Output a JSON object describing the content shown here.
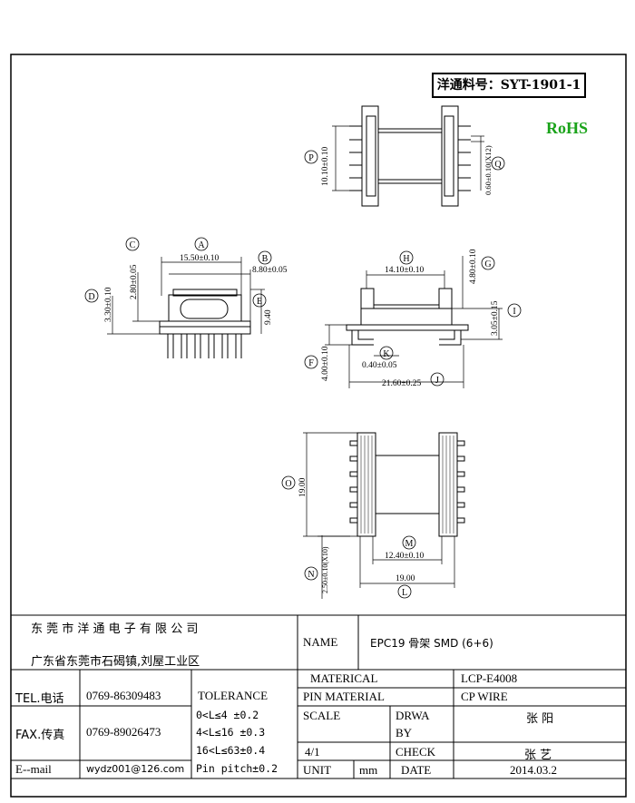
{
  "part_number": "洋通料号：SYT-1901-1",
  "rohs": "RoHS",
  "dimensions": {
    "A": {
      "callout": "A",
      "text": "15.50±0.10"
    },
    "B": {
      "callout": "B",
      "text": "8.80±0.05"
    },
    "C": {
      "callout": "C",
      "text": "2.80±0.05"
    },
    "D": {
      "callout": "D",
      "text": "3.30±0.10"
    },
    "E": {
      "callout": "E",
      "text": "9.40"
    },
    "F": {
      "callout": "F",
      "text": "4.00±0.10"
    },
    "G": {
      "callout": "G",
      "text": "4.80±0.10"
    },
    "H": {
      "callout": "H",
      "text": "14.10±0.10"
    },
    "I": {
      "callout": "I",
      "text": "3.05±0.15"
    },
    "J": {
      "callout": "J",
      "text": "21.60±0.25"
    },
    "K": {
      "callout": "K",
      "text": "0.40±0.05"
    },
    "L": {
      "callout": "L",
      "text": "19.00"
    },
    "M": {
      "callout": "M",
      "text": "12.40±0.10"
    },
    "N": {
      "callout": "N",
      "text": "2.50±0.10(X10)"
    },
    "O": {
      "callout": "O",
      "text": "19.00"
    },
    "P": {
      "callout": "P",
      "text": "10.10±0.10"
    },
    "Q": {
      "callout": "Q",
      "text": "0.60±0.10(X12)"
    }
  },
  "title_block": {
    "company": "东 莞 市 洋 通 电 子 有 限 公 司",
    "address": "广东省东莞市石碣镇,刘屋工业区",
    "name_label": "NAME",
    "name_value": "EPC19 骨架 SMD (6+6)",
    "tel_label": "TEL.电话",
    "tel_value": "0769-86309483",
    "fax_label": "FAX.传真",
    "fax_value": "0769-89026473",
    "email_label": "E--mail",
    "email_value": "wydz001@126.com",
    "tolerance_label": "TOLERANCE",
    "tolerance_lines": [
      "0<L≤4   ±0.2",
      "4<L≤16  ±0.3",
      "16<L≤63±0.4",
      "Pin pitch±0.2"
    ],
    "material_label": "MATERICAL",
    "material_value": "LCP-E4008",
    "pin_material_label": "PIN MATERIAL",
    "pin_material_value": "CP WIRE",
    "scale_label": "SCALE",
    "scale_value": "4/1",
    "drawn_by_label_1": "DRWA",
    "drawn_by_label_2": "BY",
    "drawn_by_value": "张 阳",
    "check_label": "CHECK",
    "check_value": "张 艺",
    "unit_label": "UNIT",
    "unit_value": "mm",
    "date_label": "DATE",
    "date_value": "2014.03.2"
  }
}
